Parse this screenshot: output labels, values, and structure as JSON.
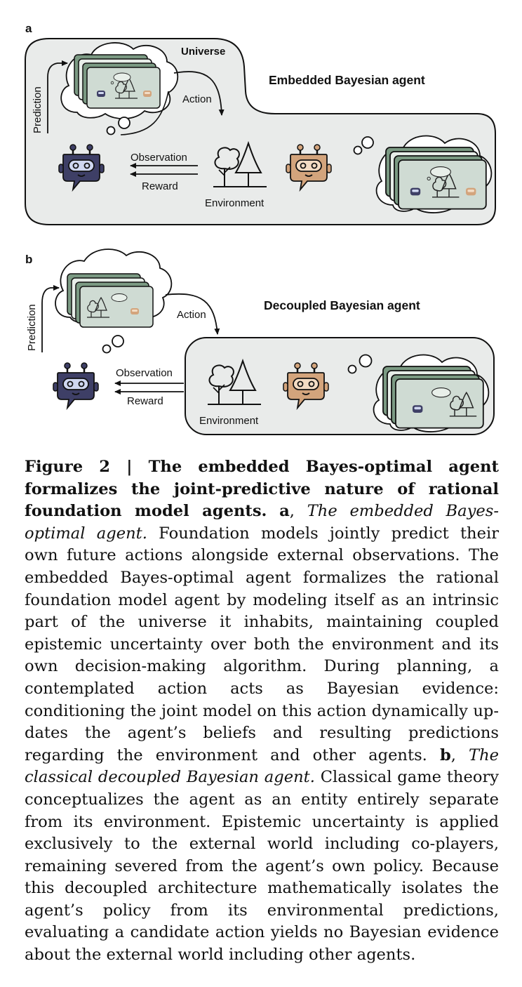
{
  "panel_a": {
    "letter": "a",
    "title": "Embedded Bayesian agent",
    "universe": "Universe",
    "prediction": "Prediction",
    "action": "Action",
    "observation": "Observation",
    "reward": "Reward",
    "environment": "Environment"
  },
  "panel_b": {
    "letter": "b",
    "title": "Decoupled Bayesian agent",
    "prediction": "Prediction",
    "action": "Action",
    "observation": "Observation",
    "reward": "Reward",
    "environment": "Environment"
  },
  "caption": {
    "lead_bold": "Figure 2 | The embedded Bayes-optimal agent formalizes the joint-predictive nature of rational foundation model agents.",
    "a_letter": "a",
    "a_title": "The embedded Bayes-optimal agent.",
    "a_text": "Foundation models jointly predict their own future actions alongside external observations. The embedded Bayes-optimal agent formalizes the rational foundation model agent by mod­eling itself as an intrinsic part of the universe it inhabits, maintaining coupled epistemic uncertainty over both the en­vironment and its own decision-making algorithm. During planning, a contemplated action acts as Bayesian evidence: conditioning the joint model on this action dynamically up­dates the agent’s beliefs and resulting predictions regarding the environment and other agents.",
    "b_letter": "b",
    "b_title": "The classical decoupled Bayesian agent.",
    "b_text": "Classical game theory conceptualizes the agent as an entity entirely separate from its environment. Epistemic uncertainty is applied exclusively to the exter­nal world including co-players, remaining severed from the agent’s own policy. Because this decoupled architecture mathematically isolates the agent’s policy from its environ­mental predictions, evaluating a candidate action yields no Bayesian evidence about the external world including other agents."
  },
  "colors": {
    "panel_fill": "#e9ebea",
    "card_fill": "#cfdbd3",
    "card_dark": "#7b9a83",
    "robot_blue": "#3e3f66",
    "robot_orange": "#d3a47c"
  },
  "icons": [
    "robot-blue-icon",
    "robot-orange-icon",
    "tree-icon",
    "thought-bubble-icon"
  ]
}
